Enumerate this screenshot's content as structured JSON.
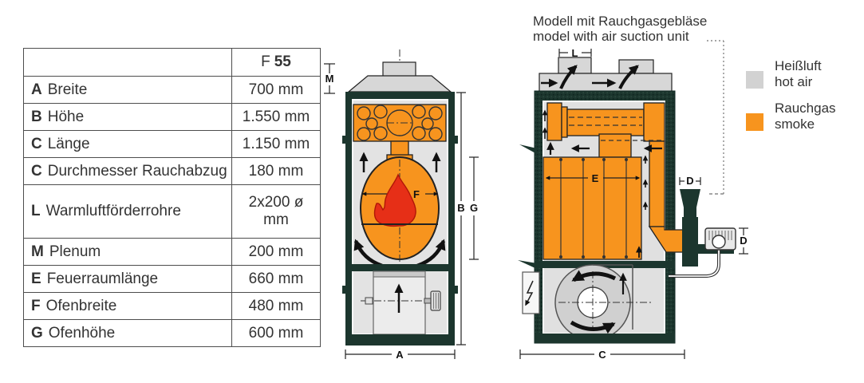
{
  "table": {
    "header": {
      "model_prefix": "F",
      "model_number": "55"
    },
    "rows": [
      {
        "key": "A",
        "label": "Breite",
        "value": "700 mm"
      },
      {
        "key": "B",
        "label": "Höhe",
        "value": "1.550 mm"
      },
      {
        "key": "C",
        "label": "Länge",
        "value": "1.150 mm"
      },
      {
        "key": "C",
        "label": "Durchmesser Rauchabzug",
        "value": "180 mm"
      },
      {
        "key": "L",
        "label": "Warmluftförderrohre",
        "value": "2x200 ø mm"
      },
      {
        "key": "M",
        "label": "Plenum",
        "value": "200 mm"
      },
      {
        "key": "E",
        "label": "Feuerraumlänge",
        "value": "660 mm"
      },
      {
        "key": "F",
        "label": "Ofenbreite",
        "value": "480 mm"
      },
      {
        "key": "G",
        "label": "Ofenhöhe",
        "value": "600 mm"
      }
    ]
  },
  "annotation": {
    "line1": "Modell mit Rauchgasgebläse",
    "line2": "model with air suction unit"
  },
  "legend": {
    "hot_air": {
      "label_de": "Heißluft",
      "label_en": "hot air",
      "color": "#d2d2d2"
    },
    "smoke": {
      "label_de": "Rauchgas",
      "label_en": "smoke",
      "color": "#f7941e"
    }
  },
  "dimensions": {
    "front": {
      "m": "M",
      "f": "F",
      "b": "B",
      "g": "G",
      "a": "A"
    },
    "side": {
      "l": "L",
      "e": "E",
      "d_chimney": "D",
      "d_motor": "D",
      "c": "C"
    }
  },
  "colors": {
    "smoke_orange": "#f7941e",
    "hot_air_gray": "#d2d2d2",
    "casing_green": "#1c362e",
    "flame_red": "#e62f17"
  }
}
